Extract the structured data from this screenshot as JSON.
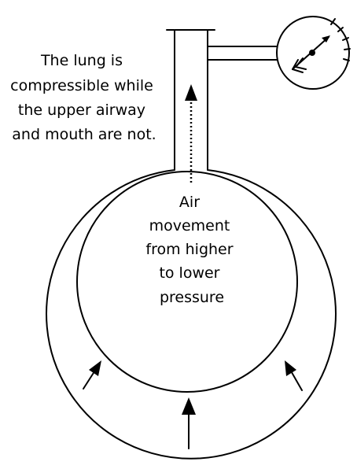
{
  "annotations": {
    "lung_note": [
      "The lung is",
      "compressible while",
      "the upper airway",
      "and mouth are not."
    ],
    "air_movement": [
      "Air",
      "movement",
      "from higher",
      "to lower",
      "pressure"
    ]
  },
  "colors": {
    "stroke": "#000000",
    "background": "#ffffff"
  },
  "icons": {
    "pressure_gauge": "pressure-gauge-icon",
    "compression_arrows": "up-arrow-icon",
    "airflow_arrow": "dotted-up-arrow-icon"
  }
}
